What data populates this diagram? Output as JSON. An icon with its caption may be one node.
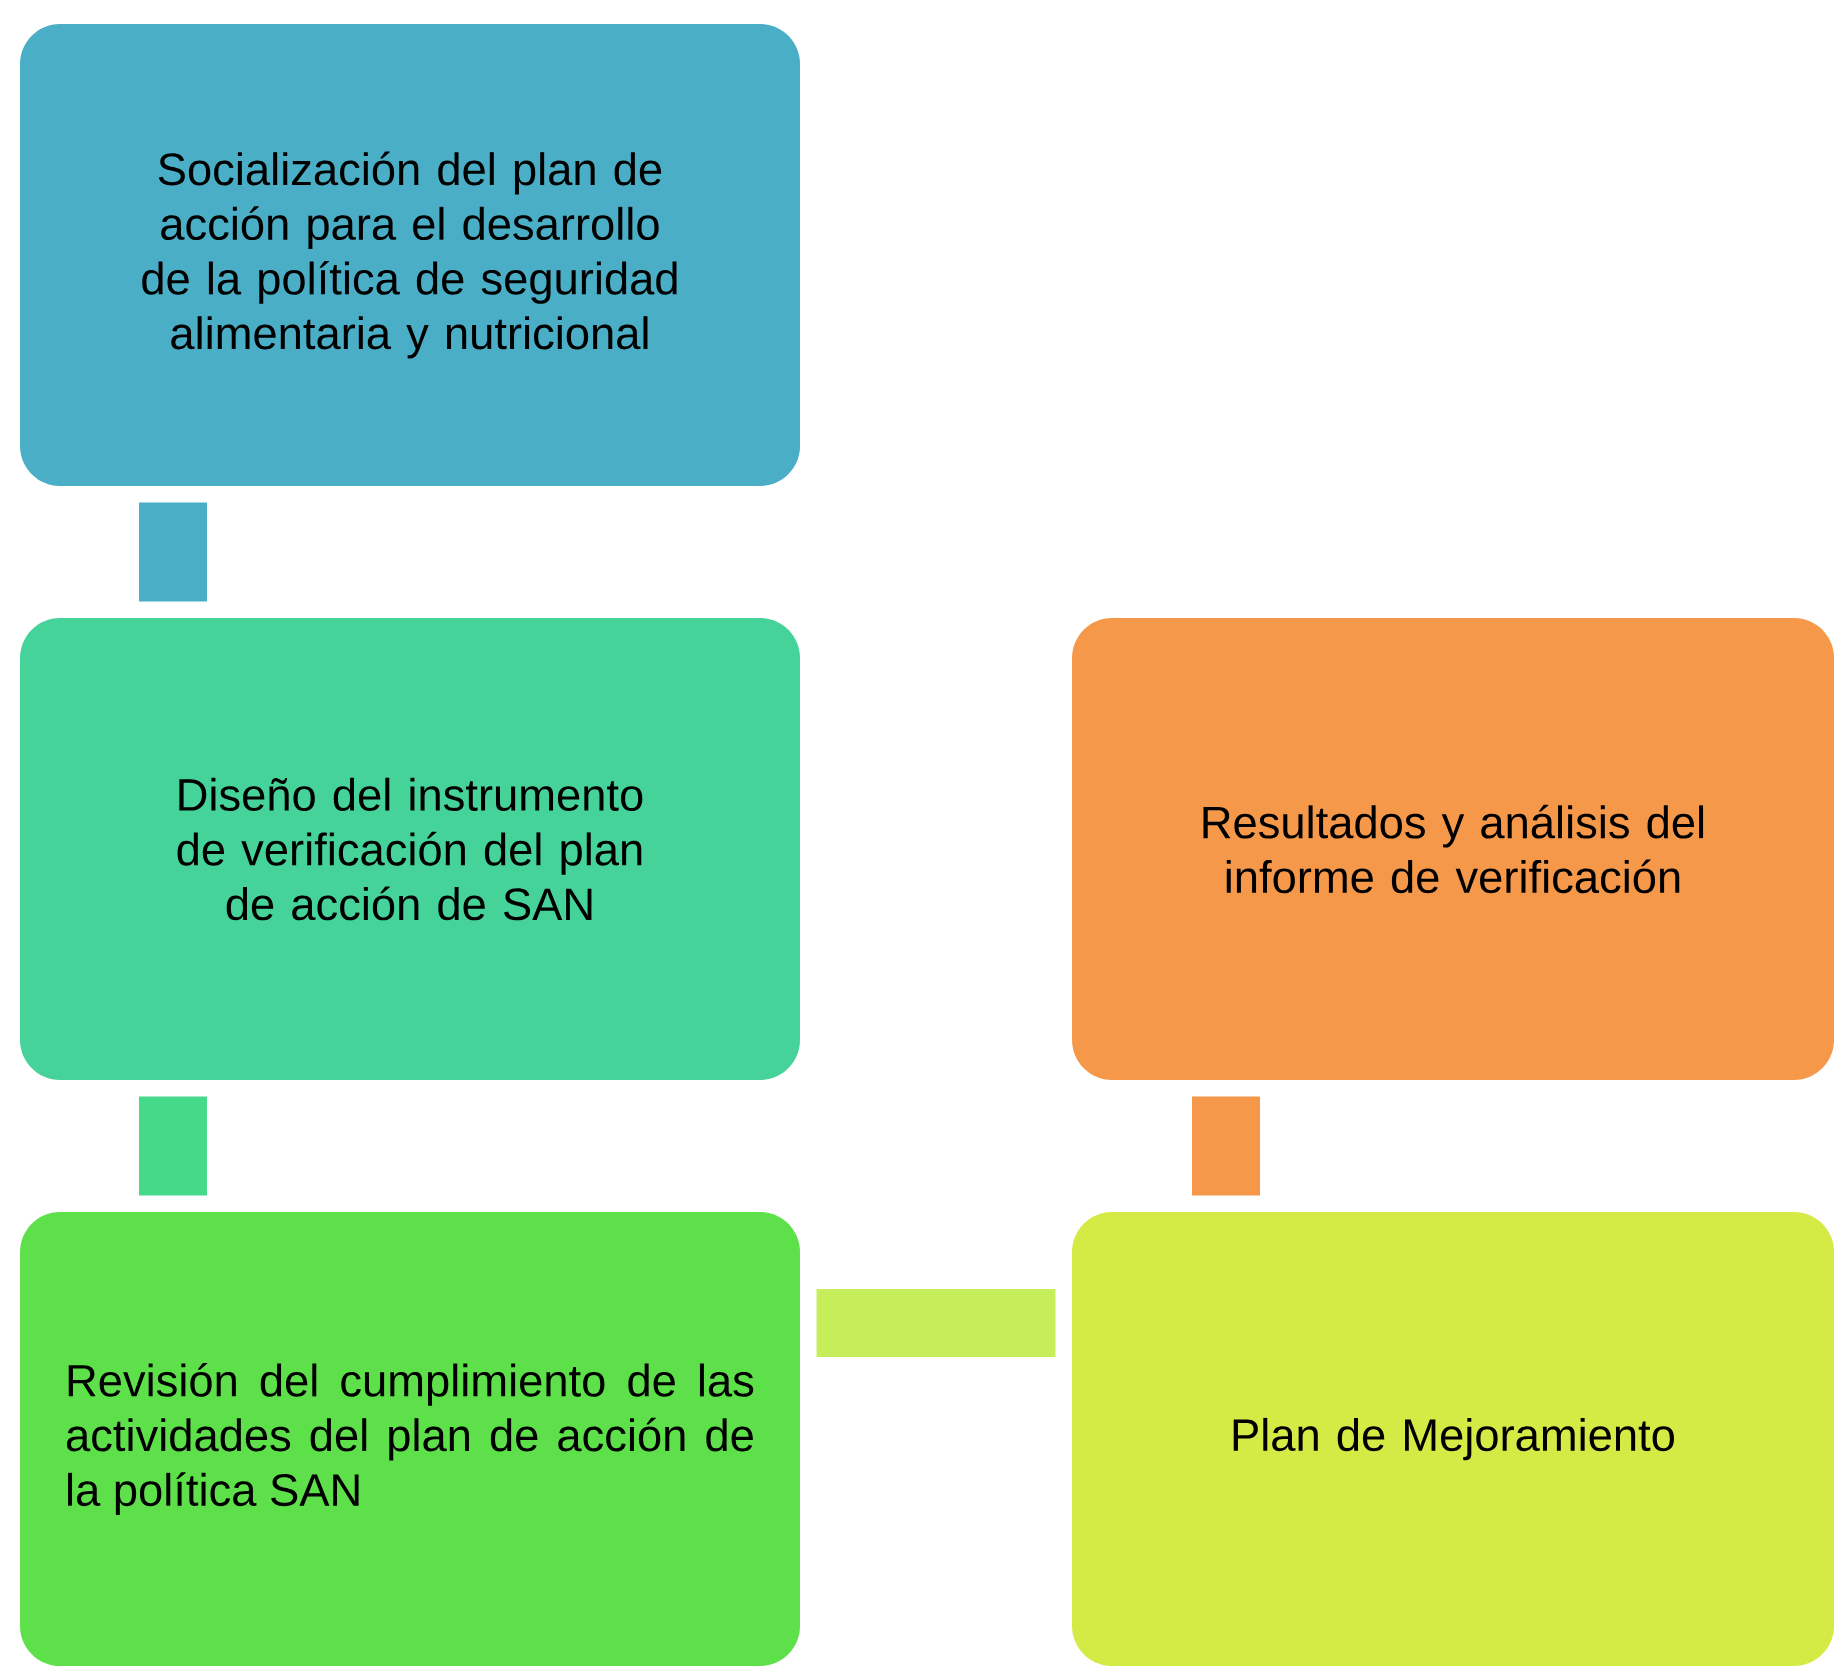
{
  "diagram": {
    "nodes": [
      {
        "text": [
          "Socialización del plan de acción para el desarrollo de la política de seguridad alimentaria y nutricional"
        ]
      },
      {
        "text": [
          "Diseño del instrumento de verificación del plan de acción de SAN"
        ]
      },
      {
        "text": [
          "Revisión del cumplimiento de las actividades del plan de acción de la política SAN"
        ]
      },
      {
        "text": [
          "Plan de Mejoramiento"
        ]
      },
      {
        "text": [
          "Resultados y análisis del informe de verificación"
        ]
      }
    ],
    "edges": [
      {
        "from": 0,
        "to": 1,
        "arrow": "none",
        "color": "#4aaec7"
      },
      {
        "from": 1,
        "to": 2,
        "arrow": "none",
        "color": "#45d98a"
      },
      {
        "from": 2,
        "to": 3,
        "arrow": "none",
        "color": "#c6ee5a"
      },
      {
        "from": 3,
        "to": 4,
        "arrow": "none",
        "color": "#f5984a"
      }
    ]
  }
}
